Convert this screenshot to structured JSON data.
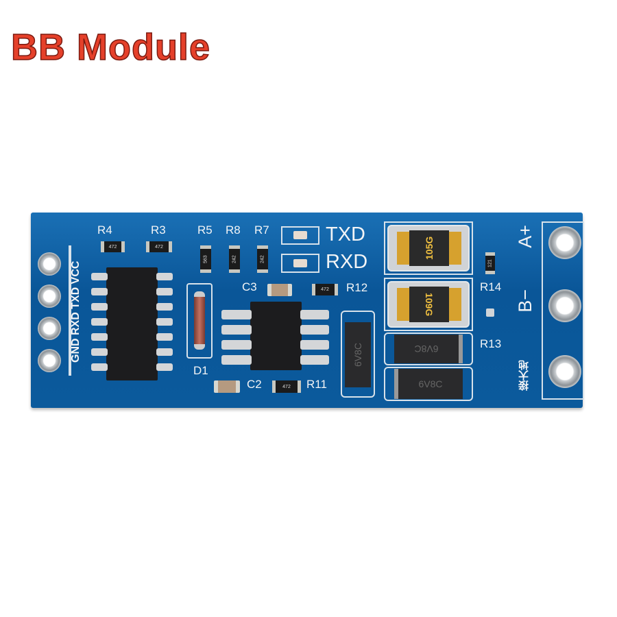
{
  "title": "BB Module",
  "colors": {
    "title": "#e5402a",
    "pcb": "#0b5a9c"
  },
  "board": {
    "pin_labels": "GND RXD TXD VCC",
    "labels": {
      "r4": "R4",
      "r3": "R3",
      "r5": "R5",
      "r8": "R8",
      "r7": "R7",
      "txd": "TXD",
      "rxd": "RXD",
      "c3": "C3",
      "r12": "R12",
      "d1": "D1",
      "c2": "C2",
      "r11": "R11",
      "r14": "R14",
      "r13": "R13",
      "a_plus": "A+",
      "b_minus": "B−",
      "ground": "接大地"
    },
    "markings": {
      "r4": "472",
      "r3": "472",
      "r5": "563",
      "r8": "242",
      "r7": "242",
      "r12": "472",
      "r11": "472",
      "r14": "121",
      "cap_top": "105G",
      "cap_bottom": "109G",
      "tvs": "6V8C"
    }
  }
}
